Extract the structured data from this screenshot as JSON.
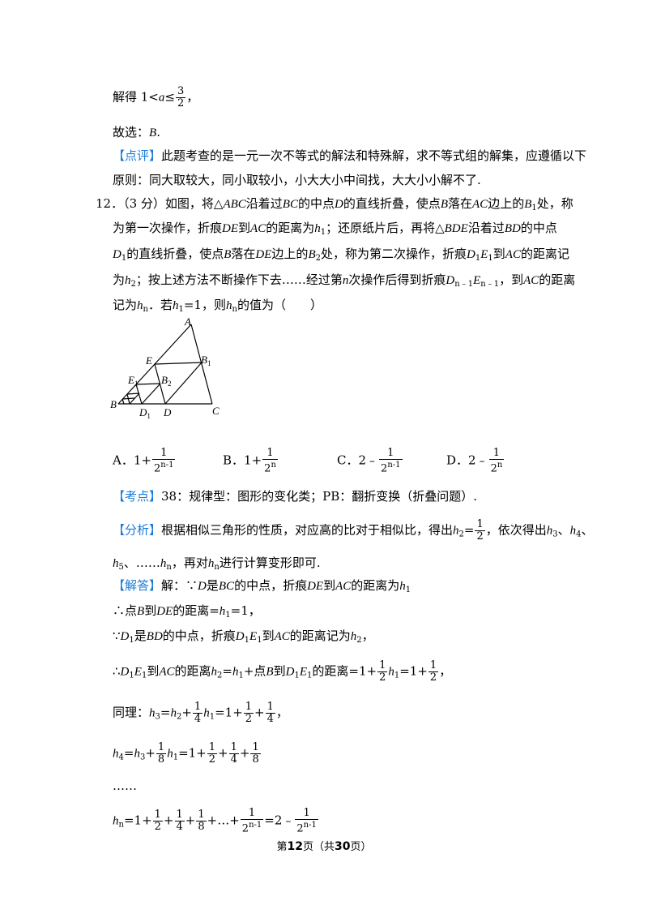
{
  "l1": {
    "prefix": "解得 1<",
    "var": "a",
    "rel": "≤",
    "num": "3",
    "den": "2",
    "tail": "，"
  },
  "l2": {
    "prefix": "故选：",
    "ans": "B",
    "tail": "."
  },
  "comment": {
    "tag": "【点评】",
    "text1": "此题考查的是一元一次不等式的解法和特殊解，求不等式组的解集，应遵循以下",
    "text2": "原则：同大取较大，同小取较小，小大大小中间找，大大小小解不了."
  },
  "q12": {
    "line1": {
      "a": "12．（3 分）如图，将△",
      "ABC": "ABC",
      "b": "沿着过",
      "BC": "BC",
      "c": "的中点",
      "D": "D",
      "d": "的直线折叠，使点",
      "B": "B",
      "e": "落在",
      "AC": "AC",
      "f": "边上的",
      "B1": "B",
      "s1": "1",
      "g": "处，称"
    },
    "line2": {
      "a": "为第一次操作，折痕",
      "DE": "DE",
      "b": "到",
      "AC": "AC",
      "c": "的距离为",
      "h": "h",
      "s": "1",
      "d": "；还原纸片后，再将△",
      "BDE": "BDE",
      "e": "沿着过",
      "BD": "BD",
      "f": "的中点"
    },
    "line3": {
      "D": "D",
      "s": "1",
      "a": "的直线折叠，使点",
      "B": "B",
      "b": "落在",
      "DE": "DE",
      "c": "边上的",
      "B2": "B",
      "s2": "2",
      "d": "处，称为第二次操作，折痕",
      "D1": "D",
      "s3": "1",
      "E1": "E",
      "s4": "1",
      "e": "到",
      "AC": "AC",
      "f": "的距离记"
    },
    "line4": {
      "a": "为",
      "h": "h",
      "s": "2",
      "b": "；按上述方法不断操作下去……经过第",
      "n": "n",
      "c": "次操作后得到折痕",
      "D": "D",
      "s1": "n﹣1",
      "E": "E",
      "s2": "n﹣1",
      "d": "，到",
      "AC": "AC",
      "e": "的距离"
    },
    "line5": {
      "a": "记为",
      "h": "h",
      "s": "n",
      "b": "．若",
      "h1": "h",
      "s1": "1",
      "c": "=1，则",
      "hn": "h",
      "sn": "n",
      "d": "的值为（　　）"
    }
  },
  "figure": {
    "labels": {
      "A": "A",
      "B": "B",
      "C": "C",
      "D": "D",
      "E": "E",
      "B1": "B",
      "B1s": "1",
      "B2": "B",
      "B2s": "2",
      "E1": "E",
      "E1s": "1",
      "D1": "D",
      "D1s": "1"
    }
  },
  "options": {
    "A": {
      "label": "A．",
      "pre": "1+",
      "num": "1",
      "base": "2",
      "exp": "n-1"
    },
    "B": {
      "label": "B．",
      "pre": "1+",
      "num": "1",
      "base": "2",
      "exp": "n"
    },
    "C": {
      "label": "C．",
      "pre": "2﹣",
      "num": "1",
      "base": "2",
      "exp": "n-1"
    },
    "D": {
      "label": "D．",
      "pre": "2﹣",
      "num": "1",
      "base": "2",
      "exp": "n"
    }
  },
  "kaodian": {
    "tag": "【考点】",
    "text": "38：规律型：图形的变化类；PB：翻折变换（折叠问题）."
  },
  "fenxi": {
    "tag": "【分析】",
    "a": "根据相似三角形的性质，对应高的比对于相似比，得出",
    "h": "h",
    "s": "2",
    "eq": "=",
    "num": "1",
    "den": "2",
    "b": "，依次得出",
    "h3": "h",
    "s3": "3",
    "sep1": "、",
    "h4": "h",
    "s4": "4",
    "sep2": "、",
    "line2": {
      "h5": "h",
      "s5": "5",
      "a": "、……",
      "hn": "h",
      "sn": "n",
      "b": "，再对",
      "hn2": "h",
      "sn2": "n",
      "c": "进行计算变形即可."
    }
  },
  "jieda": {
    "tag": "【解答】",
    "a": "解：∵",
    "D": "D",
    "b": "是",
    "BC": "BC",
    "c": "的中点，折痕",
    "DE": "DE",
    "d": "到",
    "AC": "AC",
    "e": "的距离为",
    "h": "h",
    "s": "1"
  },
  "s1": {
    "a": "∴点",
    "B": "B",
    "b": "到",
    "DE": "DE",
    "c": "的距离=",
    "h": "h",
    "s": "1",
    "d": "=1，"
  },
  "s2": {
    "a": "∵",
    "D": "D",
    "s": "1",
    "b": "是",
    "BD": "BD",
    "c": "的中点，折痕",
    "D1": "D",
    "s1": "1",
    "E1": "E",
    "s2": "1",
    "d": "到",
    "AC": "AC",
    "e": "的距离记为",
    "h": "h",
    "s3": "2",
    "f": "，"
  },
  "s3": {
    "a": "∴",
    "D": "D",
    "s": "1",
    "E": "E",
    "s1": "1",
    "b": "到",
    "AC": "AC",
    "c": "的距离",
    "h": "h",
    "s2": "2",
    "d": "=",
    "h1": "h",
    "s3": "1",
    "e": "+点",
    "B": "B",
    "f": "到",
    "D1": "D",
    "s4": "1",
    "E1": "E",
    "s5": "1",
    "g": "的距离=1+",
    "n1": "1",
    "d1": "2",
    "hh": "h",
    "s6": "1",
    "i": "=1+",
    "n2": "1",
    "d2": "2",
    "j": "，"
  },
  "s4": {
    "a": "同理：",
    "h3": "h",
    "s3": "3",
    "b": "=",
    "h2": "h",
    "s2": "2",
    "c": "+",
    "n1": "1",
    "d1": "4",
    "h1": "h",
    "s1": "1",
    "d": "=1+",
    "n2": "1",
    "d2": "2",
    "e": "+",
    "n3": "1",
    "d3": "4",
    "f": "，"
  },
  "s5": {
    "h4": "h",
    "s4": "4",
    "a": "=",
    "h3": "h",
    "s3": "3",
    "b": "+",
    "n1": "1",
    "d1": "8",
    "h1": "h",
    "s1": "1",
    "c": "=1+",
    "n2": "1",
    "d2": "2",
    "d": "+",
    "n3": "1",
    "d3": "4",
    "e": "+",
    "n4": "1",
    "d4": "8"
  },
  "s6": {
    "text": "……"
  },
  "s7": {
    "hn": "h",
    "sn": "n",
    "a": "=1+",
    "n1": "1",
    "d1": "2",
    "b": "+",
    "n2": "1",
    "d2": "4",
    "c": "+",
    "n3": "1",
    "d3": "8",
    "d": "+…+",
    "n4": "1",
    "base4": "2",
    "exp4": "n-1",
    "e": "=2﹣",
    "n5": "1",
    "base5": "2",
    "exp5": "n-1"
  },
  "footer": {
    "a": "第",
    "page": "12",
    "b": "页（共",
    "total": "30",
    "c": "页）"
  }
}
